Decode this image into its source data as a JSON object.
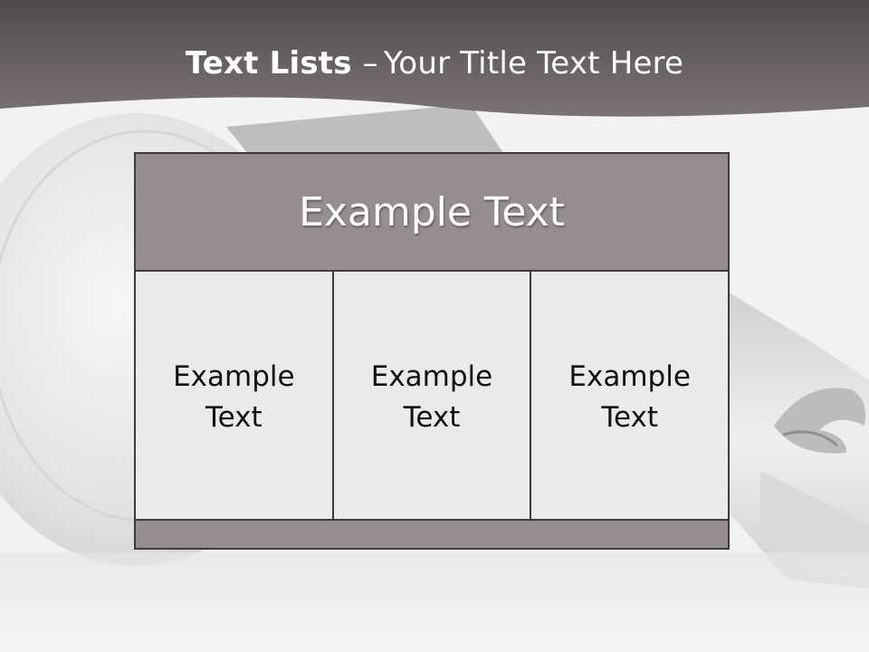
{
  "slide": {
    "title_bold": "Text Lists",
    "title_separator": "–",
    "title_rest": "Your Title Text Here"
  },
  "table": {
    "header": "Example Text",
    "cells": [
      "Example Text",
      "Example Text",
      "Example Text"
    ]
  },
  "colors": {
    "header_band": "#6b6466",
    "table_header": "#968d8f",
    "cell_fill": "#ebeaeb",
    "border": "#3d3b3c"
  }
}
